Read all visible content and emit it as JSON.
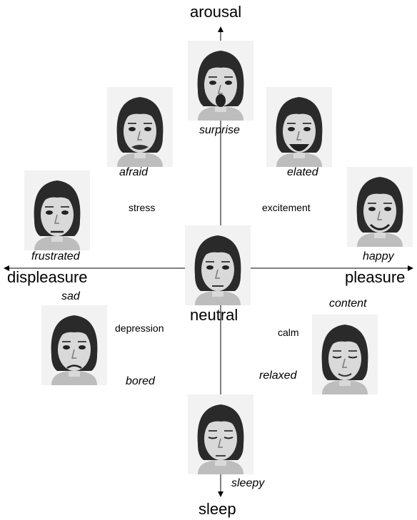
{
  "axes": {
    "top": "arousal",
    "bottom": "sleep",
    "left": "displeasure",
    "right": "pleasure"
  },
  "center_label": "neutral",
  "emotions": {
    "surprise": "surprise",
    "afraid": "afraid",
    "elated": "elated",
    "frustrated": "frustrated",
    "happy": "happy",
    "sad": "sad",
    "content": "content",
    "bored": "bored",
    "relaxed": "relaxed",
    "sleepy": "sleepy"
  },
  "regions": {
    "stress": "stress",
    "excitement": "excitement",
    "depression": "depression",
    "calm": "calm"
  },
  "colors": {
    "axis": "#000000",
    "photo_bg": "#f2f2f2",
    "hair": "#2a2a2a",
    "skin": "#d9d9d9"
  }
}
